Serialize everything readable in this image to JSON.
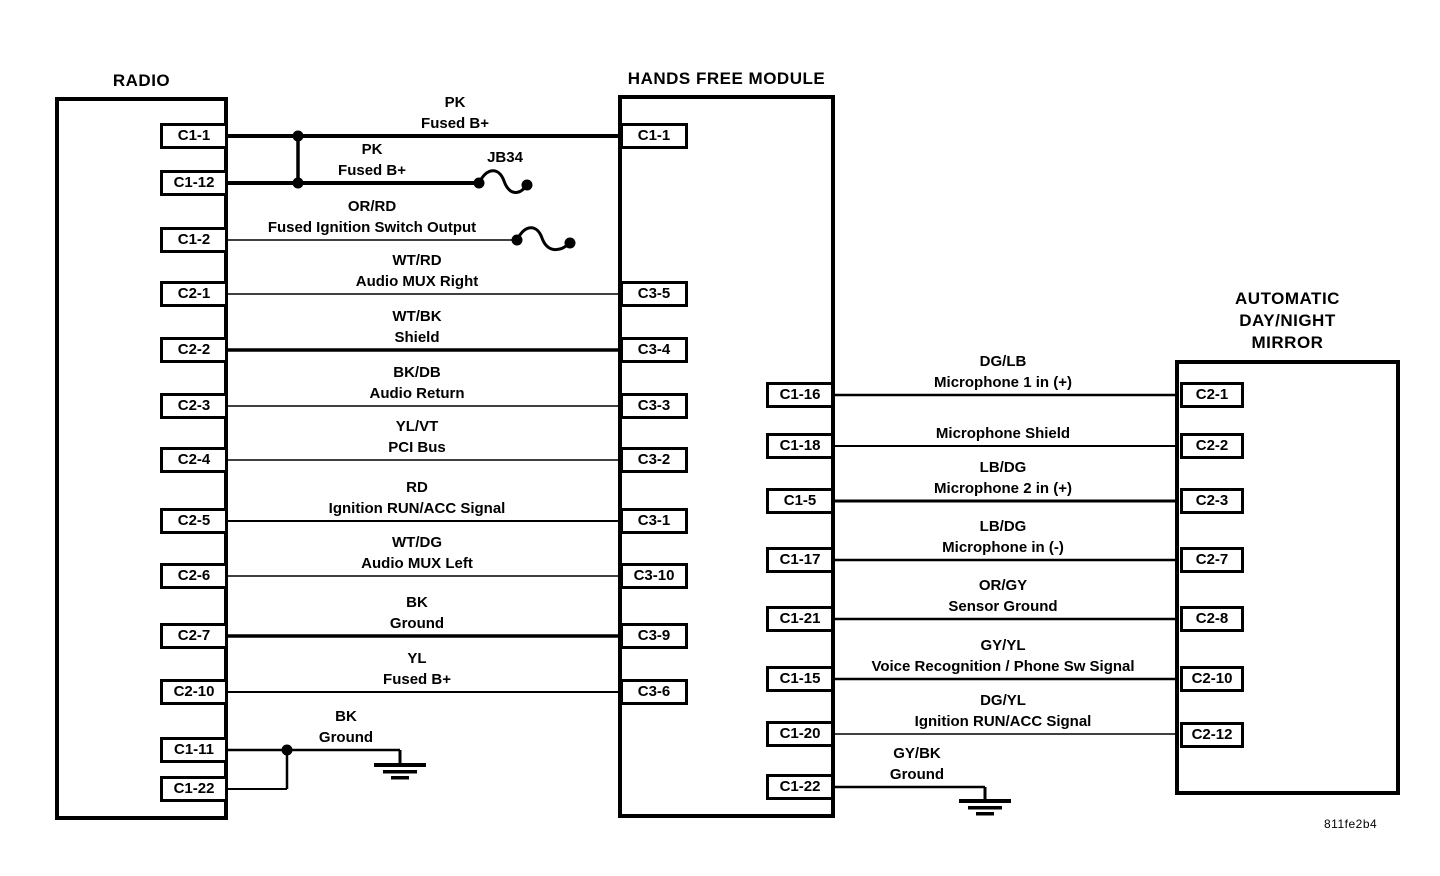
{
  "diagram_code": "811fe2b4",
  "modules": [
    {
      "id": "radio",
      "title": "RADIO",
      "pins": [
        "C1-1",
        "C1-12",
        "C1-2",
        "C2-1",
        "C2-2",
        "C2-3",
        "C2-4",
        "C2-5",
        "C2-6",
        "C2-7",
        "C2-10",
        "C1-11",
        "C1-22"
      ]
    },
    {
      "id": "hands_free_module",
      "title": "HANDS FREE MODULE",
      "pins_left": [
        "C1-1",
        "C3-5",
        "C3-4",
        "C3-3",
        "C3-2",
        "C3-1",
        "C3-10",
        "C3-9",
        "C3-6"
      ],
      "pins_right": [
        "C1-16",
        "C1-18",
        "C1-5",
        "C1-17",
        "C1-21",
        "C1-15",
        "C1-20",
        "C1-22"
      ]
    },
    {
      "id": "mirror",
      "title_lines": [
        "AUTOMATIC",
        "DAY/NIGHT",
        "MIRROR"
      ],
      "pins": [
        "C2-1",
        "C2-2",
        "C2-3",
        "C2-7",
        "C2-8",
        "C2-10",
        "C2-12"
      ]
    }
  ],
  "wires": [
    {
      "id": "w1",
      "from": "radio.C1-1",
      "to": "hands_free_module.C1-1",
      "color_code": "PK",
      "signal": "Fused B+"
    },
    {
      "id": "w2",
      "from": "radio.C1-12",
      "to": "splice.JB34",
      "color_code": "PK",
      "signal": "Fused B+",
      "splice_label": "JB34"
    },
    {
      "id": "w3",
      "from": "radio.C1-2",
      "to": "open-end",
      "color_code": "OR/RD",
      "signal": "Fused Ignition Switch Output"
    },
    {
      "id": "w4",
      "from": "radio.C2-1",
      "to": "hands_free_module.C3-5",
      "color_code": "WT/RD",
      "signal": "Audio MUX Right"
    },
    {
      "id": "w5",
      "from": "radio.C2-2",
      "to": "hands_free_module.C3-4",
      "color_code": "WT/BK",
      "signal": "Shield"
    },
    {
      "id": "w6",
      "from": "radio.C2-3",
      "to": "hands_free_module.C3-3",
      "color_code": "BK/DB",
      "signal": "Audio Return"
    },
    {
      "id": "w7",
      "from": "radio.C2-4",
      "to": "hands_free_module.C3-2",
      "color_code": "YL/VT",
      "signal": "PCI Bus"
    },
    {
      "id": "w8",
      "from": "radio.C2-5",
      "to": "hands_free_module.C3-1",
      "color_code": "RD",
      "signal": "Ignition RUN/ACC Signal"
    },
    {
      "id": "w9",
      "from": "radio.C2-6",
      "to": "hands_free_module.C3-10",
      "color_code": "WT/DG",
      "signal": "Audio MUX Left"
    },
    {
      "id": "w10",
      "from": "radio.C2-7",
      "to": "hands_free_module.C3-9",
      "color_code": "BK",
      "signal": "Ground"
    },
    {
      "id": "w11",
      "from": "radio.C2-10",
      "to": "hands_free_module.C3-6",
      "color_code": "YL",
      "signal": "Fused B+"
    },
    {
      "id": "w12",
      "from": "radio.C1-11 + radio.C1-22",
      "to": "ground",
      "color_code": "BK",
      "signal": "Ground"
    },
    {
      "id": "w13",
      "from": "hands_free_module.C1-16",
      "to": "mirror.C2-1",
      "color_code": "DG/LB",
      "signal": "Microphone 1 in (+)"
    },
    {
      "id": "w14",
      "from": "hands_free_module.C1-18",
      "to": "mirror.C2-2",
      "color_code": "",
      "signal": "Microphone Shield"
    },
    {
      "id": "w15",
      "from": "hands_free_module.C1-5",
      "to": "mirror.C2-3",
      "color_code": "LB/DG",
      "signal": "Microphone 2 in (+)"
    },
    {
      "id": "w16",
      "from": "hands_free_module.C1-17",
      "to": "mirror.C2-7",
      "color_code": "LB/DG",
      "signal": "Microphone in (-)"
    },
    {
      "id": "w17",
      "from": "hands_free_module.C1-21",
      "to": "mirror.C2-8",
      "color_code": "OR/GY",
      "signal": "Sensor Ground"
    },
    {
      "id": "w18",
      "from": "hands_free_module.C1-15",
      "to": "mirror.C2-10",
      "color_code": "GY/YL",
      "signal": "Voice Recognition / Phone Sw Signal"
    },
    {
      "id": "w19",
      "from": "hands_free_module.C1-20",
      "to": "mirror.C2-12",
      "color_code": "DG/YL",
      "signal": "Ignition RUN/ACC Signal"
    },
    {
      "id": "w20",
      "from": "hands_free_module.C1-22",
      "to": "ground",
      "color_code": "GY/BK",
      "signal": "Ground"
    }
  ]
}
